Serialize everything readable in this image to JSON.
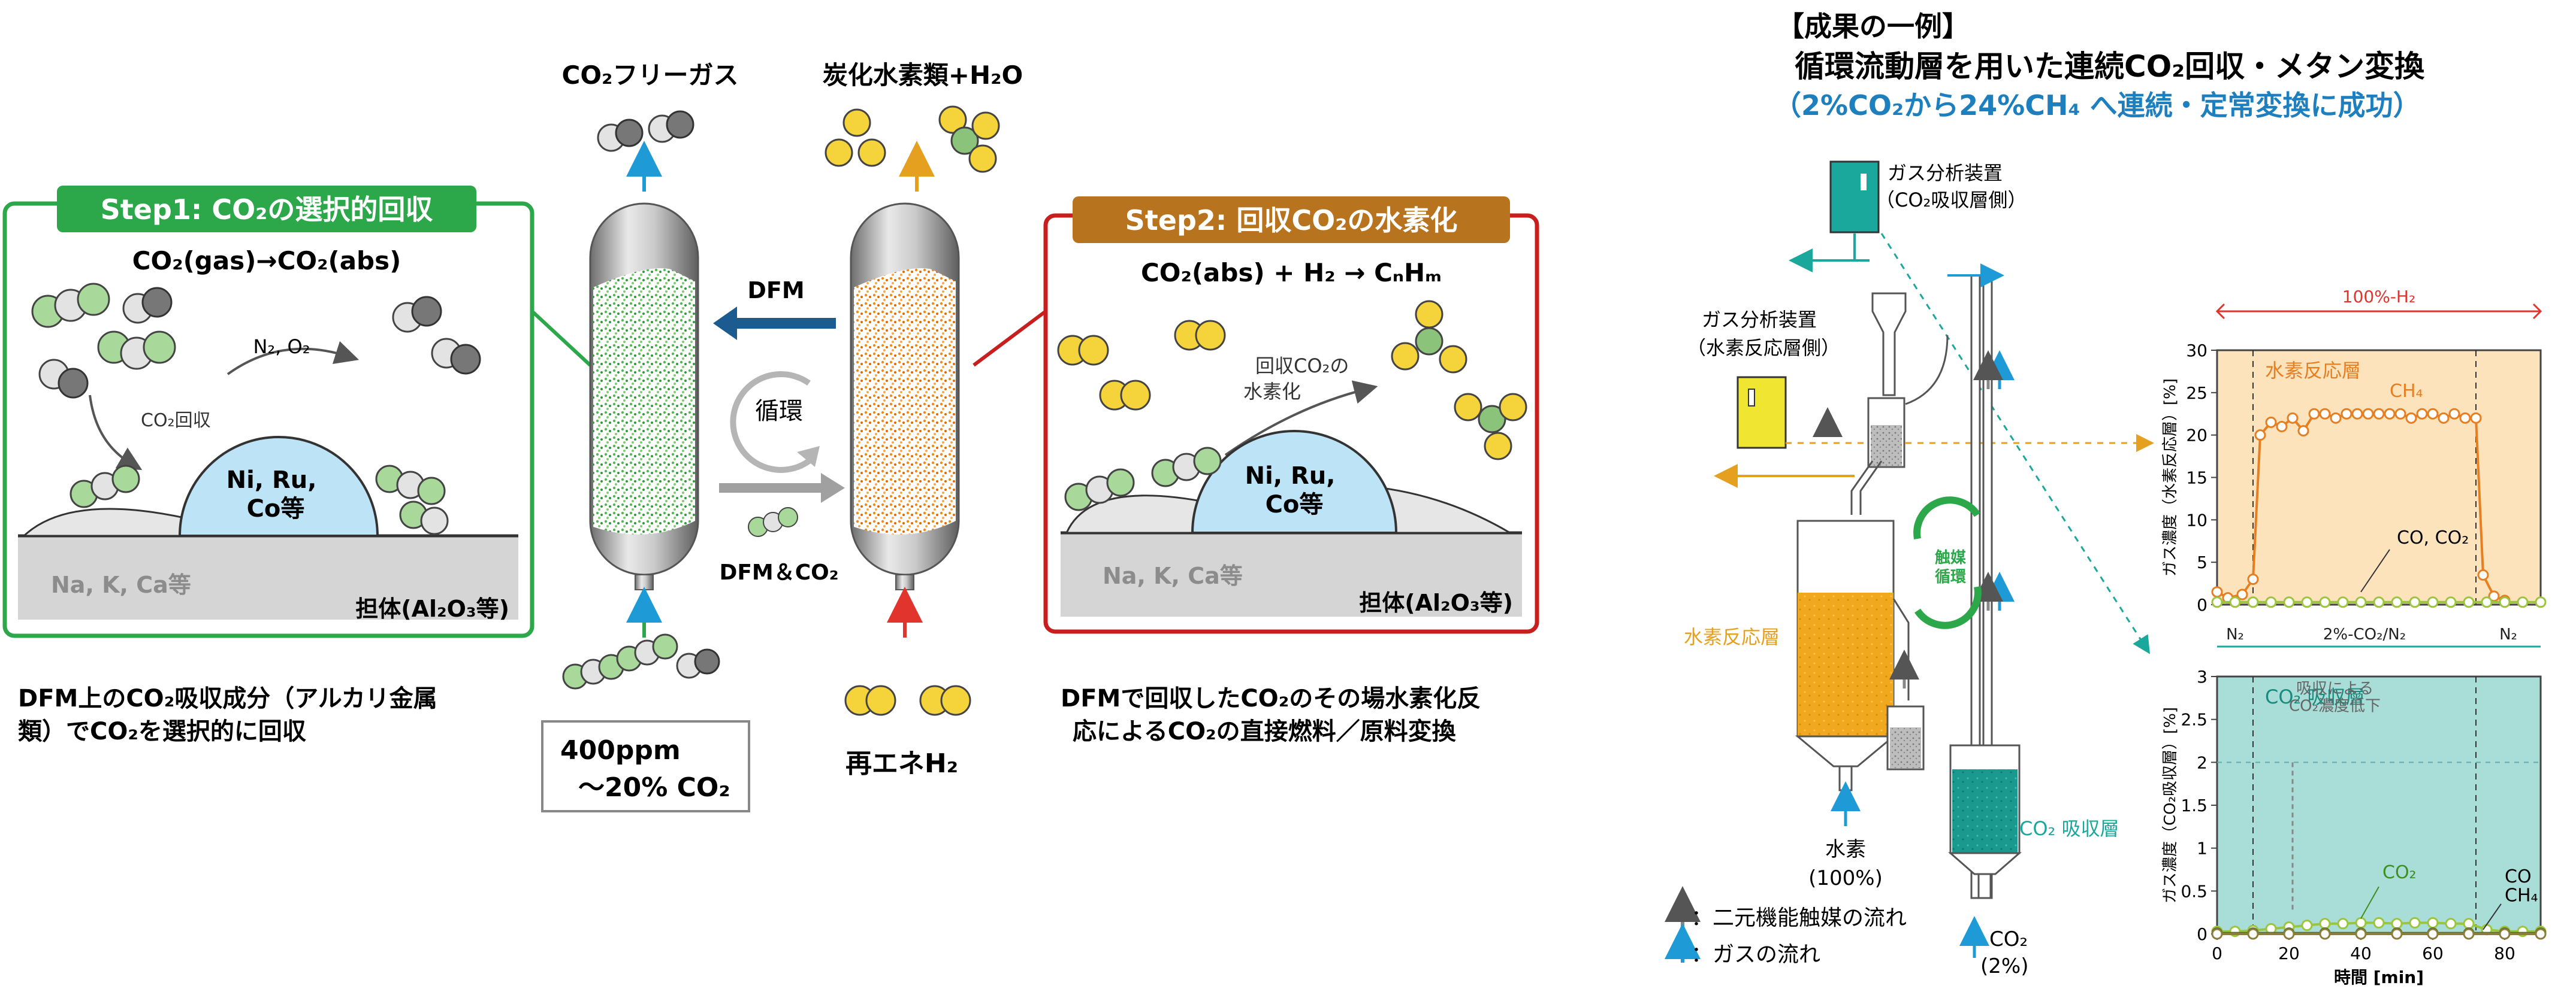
{
  "left": {
    "step1": {
      "title": "Step1: CO₂の選択的回収",
      "equation": "CO₂(gas)→CO₂(abs)",
      "gas_label": "N₂, O₂",
      "capture_label": "CO₂回収",
      "catalyst": "Ni, Ru, Co等",
      "alkali": "Na, K, Ca等",
      "support": "担体(Al₂O₃等)",
      "desc": [
        "DFM上のCO₂吸収成分（アルカリ金属",
        "類）でCO₂を選択的に回収"
      ]
    },
    "step2": {
      "title": "Step2: 回収CO₂の水素化",
      "equation": "CO₂(abs) + H₂ → CₙHₘ",
      "hydro_label": [
        "回収CO₂の",
        "水素化"
      ],
      "catalyst": "Ni, Ru, Co等",
      "alkali": "Na, K, Ca等",
      "support": "担体(Al₂O₃等)",
      "desc": [
        "DFMで回収したCO₂のその場水素化反",
        "応によるCO₂の直接燃料／原料変換"
      ]
    },
    "reactor": {
      "co2_free_gas": "CO₂フリーガス",
      "hydrocarbons": "炭化水素類+H₂O",
      "dfm": "DFM",
      "circulation": "循環",
      "dfm_co2": "DFM＆CO₂",
      "feed": [
        "400ppm",
        "〜20% CO₂"
      ],
      "renewable_h2": "再エネH₂"
    }
  },
  "right": {
    "heading": "【成果の一例】",
    "title": "循環流動層を用いた連続CO₂回収・メタン変換",
    "subtitle": "（2%CO₂から24%CH₄ へ連続・定常変換に成功）",
    "analyzer_co2": [
      "ガス分析装置",
      "（CO₂吸収層側）"
    ],
    "analyzer_h2": [
      "ガス分析装置",
      "（水素反応層側）"
    ],
    "catalyst_circulation": [
      "触媒",
      "循環"
    ],
    "hydrogen_bed": "水素反応層",
    "co2_bed": "CO₂ 吸収層",
    "hydrogen_feed": [
      "水素",
      "(100%)"
    ],
    "co2_feed": [
      "CO₂",
      "(2%)"
    ],
    "legend_catalyst": "：二元機能触媒の流れ",
    "legend_gas": "：ガスの流れ"
  },
  "chart_data": [
    {
      "type": "line",
      "title": "",
      "header": "100%-H₂",
      "panel_label": "水素反応層",
      "ylabel": "ガス濃度（水素反応層）[%]",
      "xlabel": "",
      "xlim": [
        0,
        90
      ],
      "ylim": [
        0,
        30
      ],
      "yticks": [
        0,
        5,
        10,
        15,
        20,
        25,
        30
      ],
      "dashed_x": [
        10,
        72
      ],
      "series": [
        {
          "name": "CH₄",
          "color": "#e67e22",
          "x": [
            0,
            3,
            7,
            10,
            12,
            15,
            18,
            21,
            24,
            27,
            30,
            33,
            36,
            39,
            42,
            45,
            48,
            51,
            54,
            57,
            60,
            63,
            66,
            69,
            72,
            74,
            77,
            80
          ],
          "y": [
            1.5,
            0.8,
            1.2,
            3,
            20,
            21.5,
            21,
            22,
            20.5,
            22.5,
            22.5,
            22,
            22.5,
            22.5,
            22.5,
            22.5,
            22.5,
            22.5,
            22,
            22.5,
            22.5,
            22,
            22.5,
            22,
            22,
            3.5,
            1,
            0.5
          ]
        },
        {
          "name": "CO, CO₂",
          "color": "#9bc53d",
          "x": [
            0,
            5,
            10,
            15,
            20,
            25,
            30,
            35,
            40,
            45,
            50,
            55,
            60,
            65,
            70,
            75,
            80,
            85,
            90
          ],
          "y": [
            0.3,
            0.3,
            0.3,
            0.3,
            0.3,
            0.3,
            0.3,
            0.3,
            0.3,
            0.3,
            0.3,
            0.3,
            0.3,
            0.3,
            0.3,
            0.3,
            0.3,
            0.3,
            0.3
          ]
        }
      ]
    },
    {
      "type": "line",
      "title": "",
      "header_segments": [
        "N₂",
        "2%-CO₂/N₂",
        "N₂"
      ],
      "panel_label": "CO₂ 吸収層",
      "ylabel": "ガス濃度（CO₂吸収層）[%]",
      "xlabel": "時間 [min]",
      "xlim": [
        0,
        90
      ],
      "ylim": [
        0,
        3
      ],
      "yticks": [
        0,
        0.5,
        1,
        1.5,
        2,
        2.5,
        3
      ],
      "xticks": [
        0,
        20,
        40,
        60,
        80
      ],
      "dashed_x": [
        10,
        72
      ],
      "reference_y": 2,
      "annotation": [
        "吸収による",
        "CO₂濃度低下"
      ],
      "series": [
        {
          "name": "CO₂",
          "color": "#9bc53d",
          "x": [
            0,
            5,
            10,
            15,
            20,
            25,
            30,
            35,
            40,
            45,
            50,
            55,
            60,
            65,
            70,
            75,
            80,
            85,
            90
          ],
          "y": [
            0.03,
            0.03,
            0.04,
            0.06,
            0.08,
            0.1,
            0.12,
            0.12,
            0.13,
            0.13,
            0.12,
            0.13,
            0.13,
            0.12,
            0.12,
            0.05,
            0.03,
            0.03,
            0.03
          ]
        },
        {
          "name": "CO",
          "color": "#556b2f",
          "x": [
            0,
            10,
            20,
            30,
            40,
            50,
            60,
            70,
            80,
            90
          ],
          "y": [
            0.01,
            0.01,
            0.01,
            0.01,
            0.01,
            0.01,
            0.01,
            0.01,
            0.01,
            0.01
          ]
        },
        {
          "name": "CH₄",
          "color": "#8b7d3a",
          "x": [
            0,
            10,
            20,
            30,
            40,
            50,
            60,
            70,
            80,
            90
          ],
          "y": [
            0.0,
            0.0,
            0.0,
            0.0,
            0.0,
            0.0,
            0.0,
            0.0,
            0.0,
            0.0
          ]
        }
      ]
    }
  ]
}
